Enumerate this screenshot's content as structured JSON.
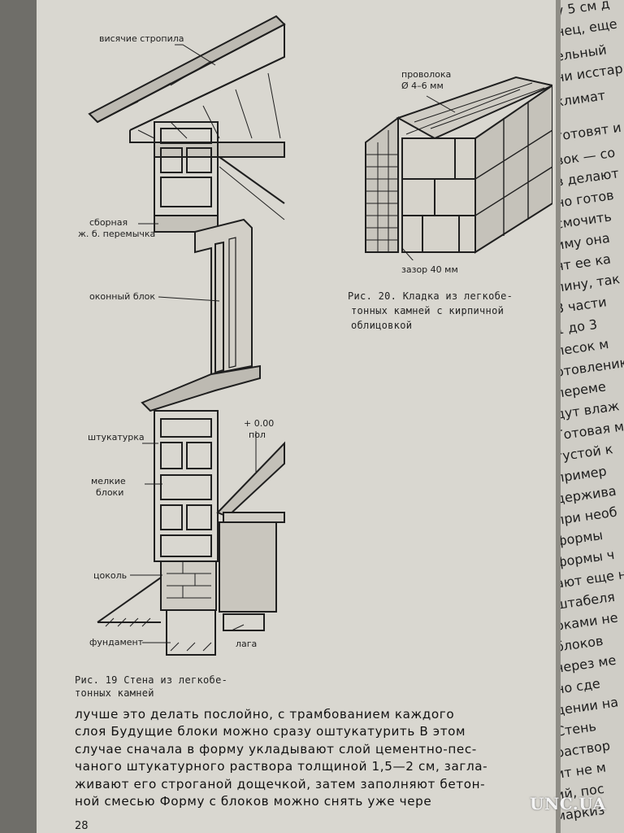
{
  "figure19": {
    "labels": {
      "rafters": "висячие стропила",
      "lintel_1": "сборная",
      "lintel_2": "ж. б. перемычка",
      "window_block": "оконный блок",
      "level": "+ 0.00",
      "floor": "пол",
      "plaster": "штукатурка",
      "small_blocks_1": "мелкие",
      "small_blocks_2": "блоки",
      "plinth": "цоколь",
      "foundation": "фундамент",
      "joist": "лага"
    },
    "caption_line1": "Рис. 19  Стена из легкобе-",
    "caption_line2": "тонных камней"
  },
  "figure20": {
    "labels": {
      "wire_1": "проволока",
      "wire_2": "Ø 4–6 мм",
      "gap": "зазор 40 мм"
    },
    "caption_line1": "Рис. 20. Кладка из легкобе-",
    "caption_line2": "тонных камней с кирпичной",
    "caption_line3": "облицовкой"
  },
  "body_lines": [
    "лучше это делать послойно, с трамбованием каждого",
    "слоя  Будущие блоки можно сразу оштукатурить  В этом",
    "случае сначала в форму укладывают слой цементно-пес-",
    "чаного штукатурного раствора толщиной 1,5—2 см, загла-",
    "живают его строганой дощечкой, затем заполняют бетон-",
    "ной смесью  Форму с блоков можно снять уже чере"
  ],
  "page_number": "28",
  "right_page_fragments": [
    "у 5 см д",
    "нец, еще",
    "ельный",
    "ни исстар",
    "климат",
    "готовят и",
    "вок — со",
    "в делают",
    "но готов",
    "смочить",
    "иму она",
    "ят ее ка",
    "лину, так",
    "3 части",
    "1 до 3",
    "песок м",
    "отовлению",
    "переме",
    "дут влаж",
    "Готовая м",
    "густой к",
    "пример",
    "держива",
    "при необ",
    "формы",
    "формы ч",
    "ают еще н",
    "штабеля",
    "оками не",
    "блоков",
    "через ме",
    "но сде",
    "дении на",
    "Стень",
    "раствор",
    "ит не м",
    "ий, пос",
    "маркиз"
  ],
  "watermark": "UNC.UA"
}
